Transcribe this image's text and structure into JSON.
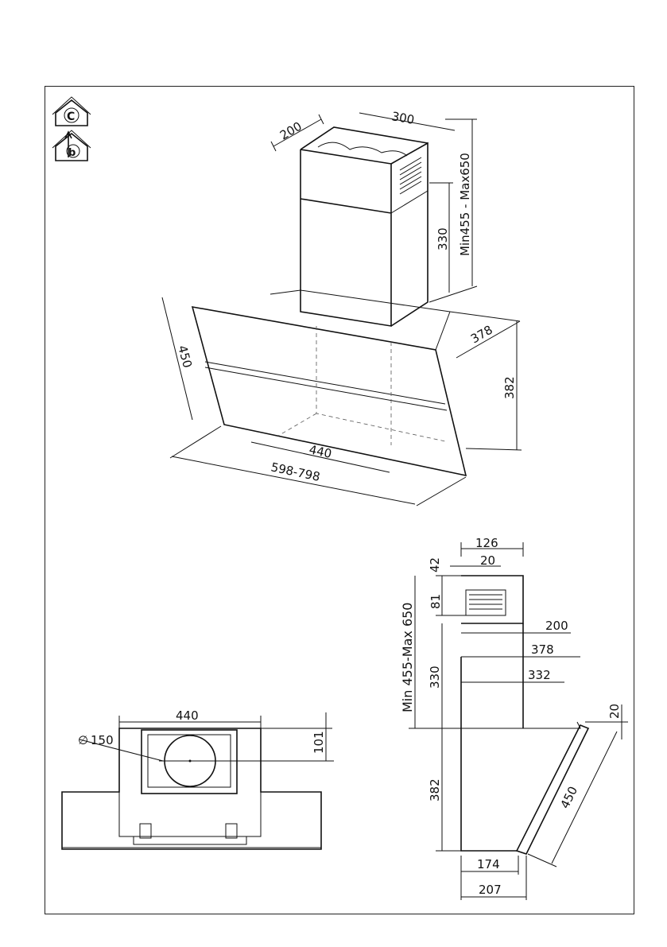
{
  "icons": [
    {
      "name": "recirculation-mode-icon",
      "letter": "C"
    },
    {
      "name": "ducted-mode-icon",
      "letter": "b"
    }
  ],
  "iso": {
    "chimney_depth": "200",
    "chimney_width": "300",
    "chimney_height_range": "Min455  -  Max650",
    "upper_chimney": "330",
    "glass_depth": "450",
    "projection": "378",
    "hood_height": "382",
    "inner_width": "440",
    "hood_width": "598-798"
  },
  "side": {
    "top_width": "126",
    "top_offset_a": "42",
    "top_offset_b": "20",
    "vent_height": "81",
    "overall_height": "Min  455-Max  650",
    "chimney_depth": "200",
    "hood_depth": "378",
    "inner_depth": "332",
    "upper_height": "330",
    "lip": "20",
    "lower_height": "382",
    "glass_length": "450",
    "base_depth_a": "174",
    "base_depth_b": "207"
  },
  "bottom": {
    "width": "440",
    "duct_diameter": "150",
    "duct_offset": "101",
    "diameter_symbol": "∅"
  }
}
